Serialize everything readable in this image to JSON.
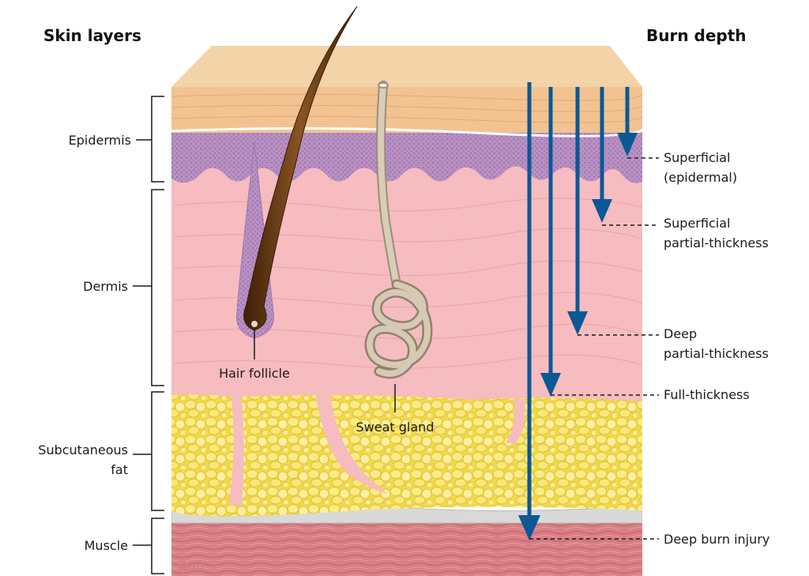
{
  "headers": {
    "skin_layers": "Skin layers",
    "burn_depth": "Burn depth"
  },
  "layers": {
    "epidermis": "Epidermis",
    "dermis": "Dermis",
    "subcutaneous_line1": "Subcutaneous",
    "subcutaneous_line2": "fat",
    "muscle": "Muscle"
  },
  "structures": {
    "hair_follicle": "Hair follicle",
    "sweat_gland": "Sweat gland"
  },
  "burns": {
    "superficial_line1": "Superficial",
    "superficial_line2": "(epidermal)",
    "superficial_partial_line1": "Superficial",
    "superficial_partial_line2": "partial-thickness",
    "deep_partial_line1": "Deep",
    "deep_partial_line2": "partial-thickness",
    "full_thickness": "Full-thickness",
    "deep_burn": "Deep burn injury"
  },
  "signature": "ABD",
  "colors": {
    "top_surface": "#f3d3a8",
    "epidermis_outer": "#f2c391",
    "epidermis_basal": "#b98fc0",
    "dermis": "#f6bcc0",
    "fat": "#f6e46a",
    "fascia": "#d6d6d6",
    "muscle": "#d9828a",
    "arrow": "#0b5894",
    "hair": "#6b3a12"
  }
}
